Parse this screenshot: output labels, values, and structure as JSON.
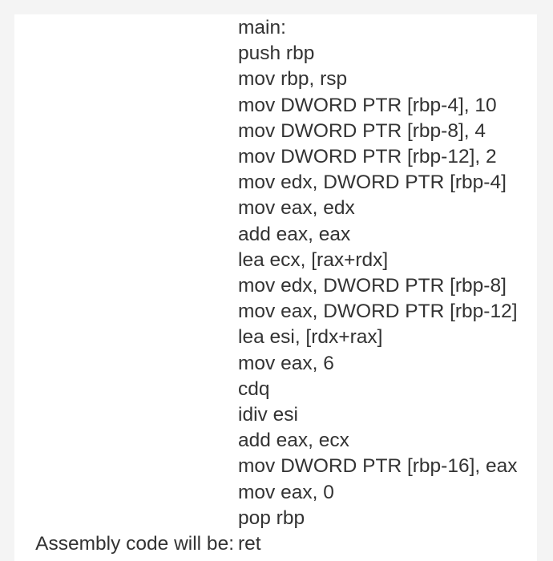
{
  "code_lines": [
    "main:",
    "push rbp",
    "mov rbp, rsp",
    "mov DWORD PTR [rbp-4], 10",
    "mov DWORD PTR [rbp-8], 4",
    "mov DWORD PTR [rbp-12], 2",
    "mov edx, DWORD PTR [rbp-4]",
    "mov eax, edx",
    "add eax, eax",
    "lea ecx, [rax+rdx]",
    "mov edx, DWORD PTR [rbp-8]",
    "mov eax, DWORD PTR [rbp-12]",
    "lea esi, [rdx+rax]",
    "mov eax, 6",
    "cdq",
    "idiv esi",
    "add eax, ecx",
    "mov DWORD PTR [rbp-16], eax",
    "mov eax, 0",
    "pop rbp",
    "ret"
  ],
  "intro_label": "Assembly code will be:"
}
